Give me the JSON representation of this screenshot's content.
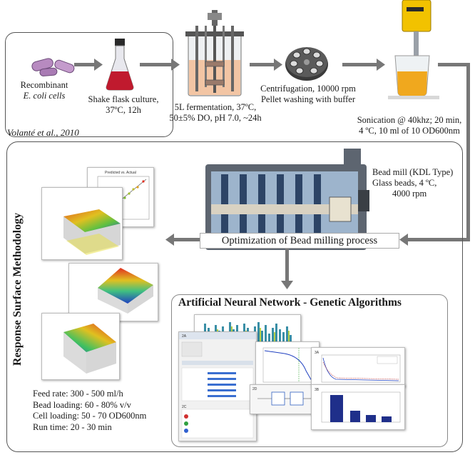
{
  "top": {
    "recombinant": {
      "line1": "Recombinant",
      "line2": "E. coli cells"
    },
    "shake": {
      "line1": "Shake flask culture,",
      "line2": "37ºC, 12h"
    },
    "fermentation": {
      "line1": "5L fermentation, 37ºC,",
      "line2": "50±5% DO, pH 7.0, ~24h"
    },
    "centrifugation": {
      "line1": "Centrifugation, 10000 rpm",
      "line2": "Pellet washing with buffer"
    },
    "sonication": {
      "line1": "Sonication @ 40khz; 20 min,",
      "line2": "4 ºC, 10 ml of 10 OD600nm"
    },
    "citation": "Volanté et al., 2010"
  },
  "middle": {
    "beadmill": {
      "line1": "Bead mill (KDL Type)",
      "line2": "Glass beads, 4 ºC,",
      "line3": "4000 rpm"
    },
    "optimization": "Optimization of Bead milling process"
  },
  "rsm": {
    "title": "Response Surface Methodology",
    "params": [
      "Feed rate: 300 - 500 ml/h",
      "Bead loading: 60 - 80% v/v",
      "Cell loading: 50 - 70 OD600nm",
      "Run time: 20 - 30 min"
    ]
  },
  "ann": {
    "title": "Artificial Neural Network - Genetic Algorithms"
  },
  "colors": {
    "arrow": "#777777",
    "border": "#555555",
    "flask_liquid": "#c01a2e",
    "sonic_yellow": "#f2c200",
    "ann_bar": "#3a8fa6",
    "ga_bar": "#1f2f8a"
  }
}
